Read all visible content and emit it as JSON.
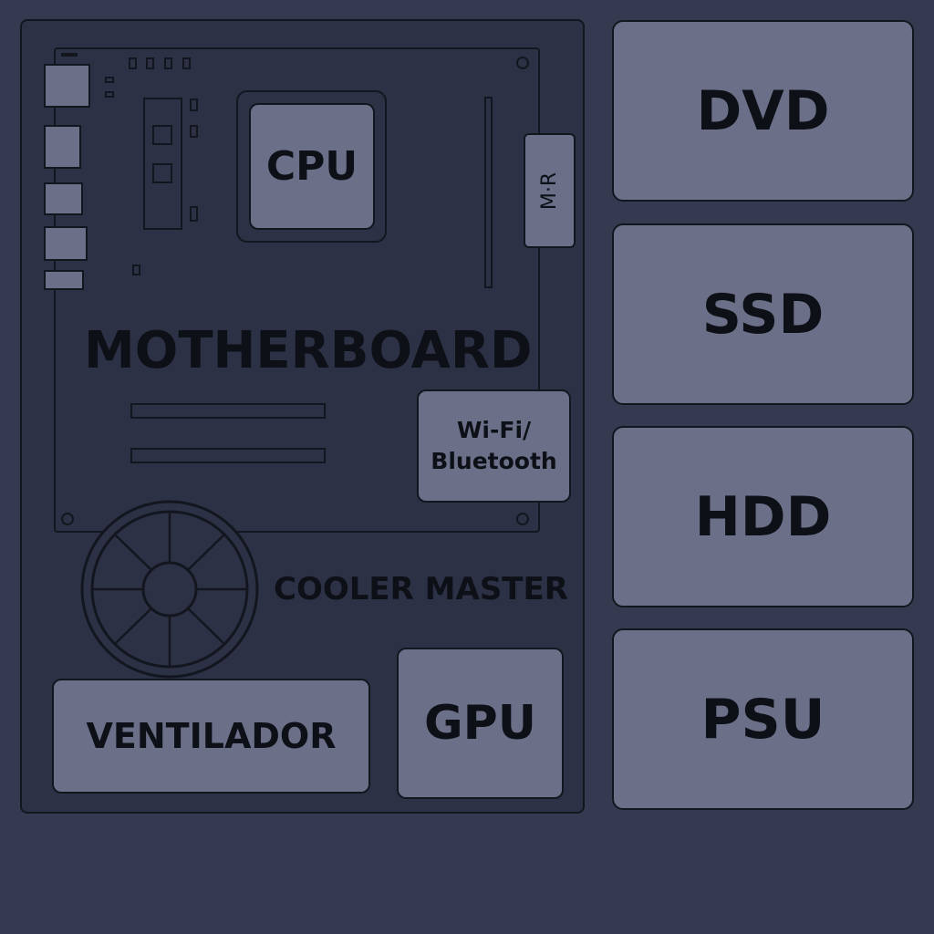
{
  "components": {
    "motherboard": "MOTHERBOARD",
    "cpu": "CPU",
    "m2": "M·R",
    "wifi_line1": "Wi-Fi/",
    "wifi_line2": "Bluetooth",
    "cooler": "COOLER MASTER",
    "fan": "VENTILADOR",
    "gpu": "GPU"
  },
  "drives": {
    "dvd": "DVD",
    "ssd": "SSD",
    "hdd": "HDD",
    "psu": "PSU"
  },
  "colors": {
    "background": "#353a50",
    "case": "#2d3145",
    "component_fill": "#6b7088",
    "outline": "#14161f"
  }
}
